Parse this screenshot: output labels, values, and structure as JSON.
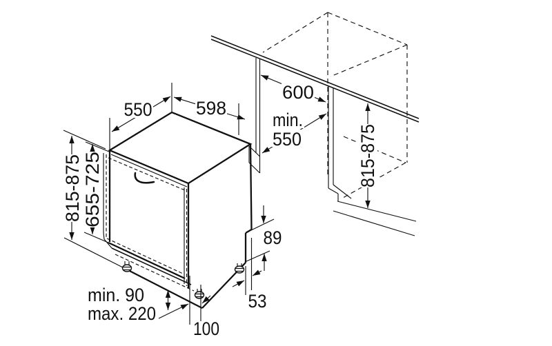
{
  "diagram": {
    "title": "built-under dishwasher installation dimensions",
    "units": "mm",
    "colors": {
      "line": "#111111",
      "background": "#ffffff"
    },
    "dims": {
      "width_top": "550",
      "depth_top": "598",
      "niche_width": "600",
      "niche_depth_line1": "min.",
      "niche_depth_line2": "550",
      "niche_height_right": "815-875",
      "appliance_height_left": "815-875",
      "door_height": "655-725",
      "rear_recess_height": "89",
      "rear_recess_depth": "53",
      "plinth_min": "min. 90",
      "plinth_max": "max. 220",
      "foot_to_front": "100"
    }
  }
}
